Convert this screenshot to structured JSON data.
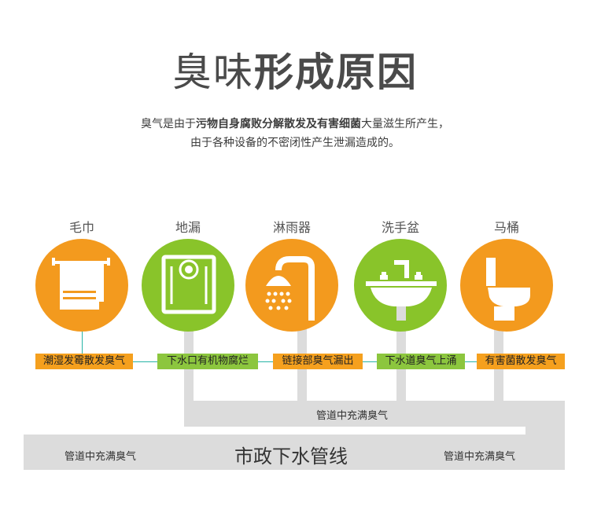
{
  "title": {
    "light": "臭味",
    "bold": "形成原因"
  },
  "description": {
    "line1_a": "臭气是由于",
    "line1_bold": "污物自身腐败分解散发及有害细菌",
    "line1_b": "大量滋生所产生，",
    "line2": "由于各种设备的不密闭性产生泄漏造成的。"
  },
  "items": [
    {
      "label": "毛巾",
      "icon": "towel-icon",
      "cause": "潮湿发霉散发臭气",
      "color": "#f39a1e"
    },
    {
      "label": "地漏",
      "icon": "floor-drain-icon",
      "cause": "下水口有机物腐烂",
      "color": "#89c42a"
    },
    {
      "label": "淋雨器",
      "icon": "shower-icon",
      "cause": "链接部臭气漏出",
      "color": "#f39a1e"
    },
    {
      "label": "洗手盆",
      "icon": "washbasin-icon",
      "cause": "下水道臭气上涌",
      "color": "#89c42a"
    },
    {
      "label": "马桶",
      "icon": "toilet-icon",
      "cause": "有害菌散发臭气",
      "color": "#f39a1e"
    }
  ],
  "pipes": {
    "branch_label": "管道中充满臭气",
    "main_label": "市政下水管线",
    "main_left_label": "管道中充满臭气",
    "main_right_label": "管道中充满臭气",
    "pipe_color": "#dcdcdc"
  }
}
